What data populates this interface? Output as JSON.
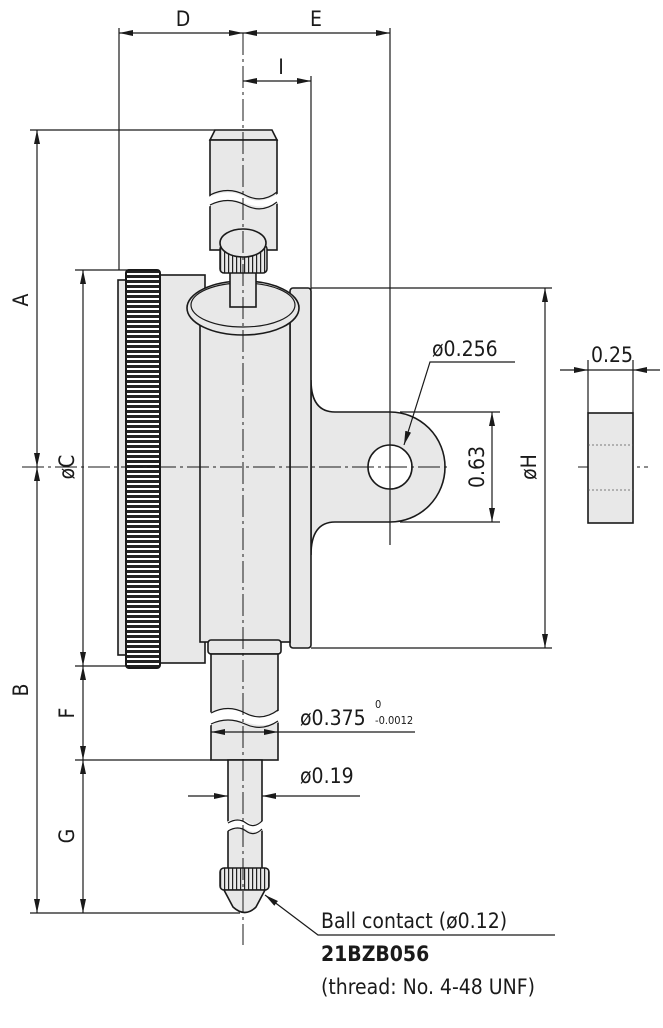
{
  "labels": {
    "D": "D",
    "E": "E",
    "I": "I",
    "A": "A",
    "B": "B",
    "C": "øC",
    "F": "F",
    "G": "G",
    "H": "øH",
    "hole_dia": "ø0.256",
    "lug_height": "0.63",
    "lug_thickness": "0.25",
    "stem_dia": "ø0.375",
    "stem_tol_upper": "0",
    "stem_tol_lower": "-0.0012",
    "spindle_dia": "ø0.19"
  },
  "contact_note": {
    "line1": "Ball contact (ø0.12)",
    "part_number": "21BZB056",
    "line3": "(thread: No. 4-48 UNF)"
  },
  "colors": {
    "line": "#1a1a1a",
    "fill": "#e8e8e8"
  }
}
